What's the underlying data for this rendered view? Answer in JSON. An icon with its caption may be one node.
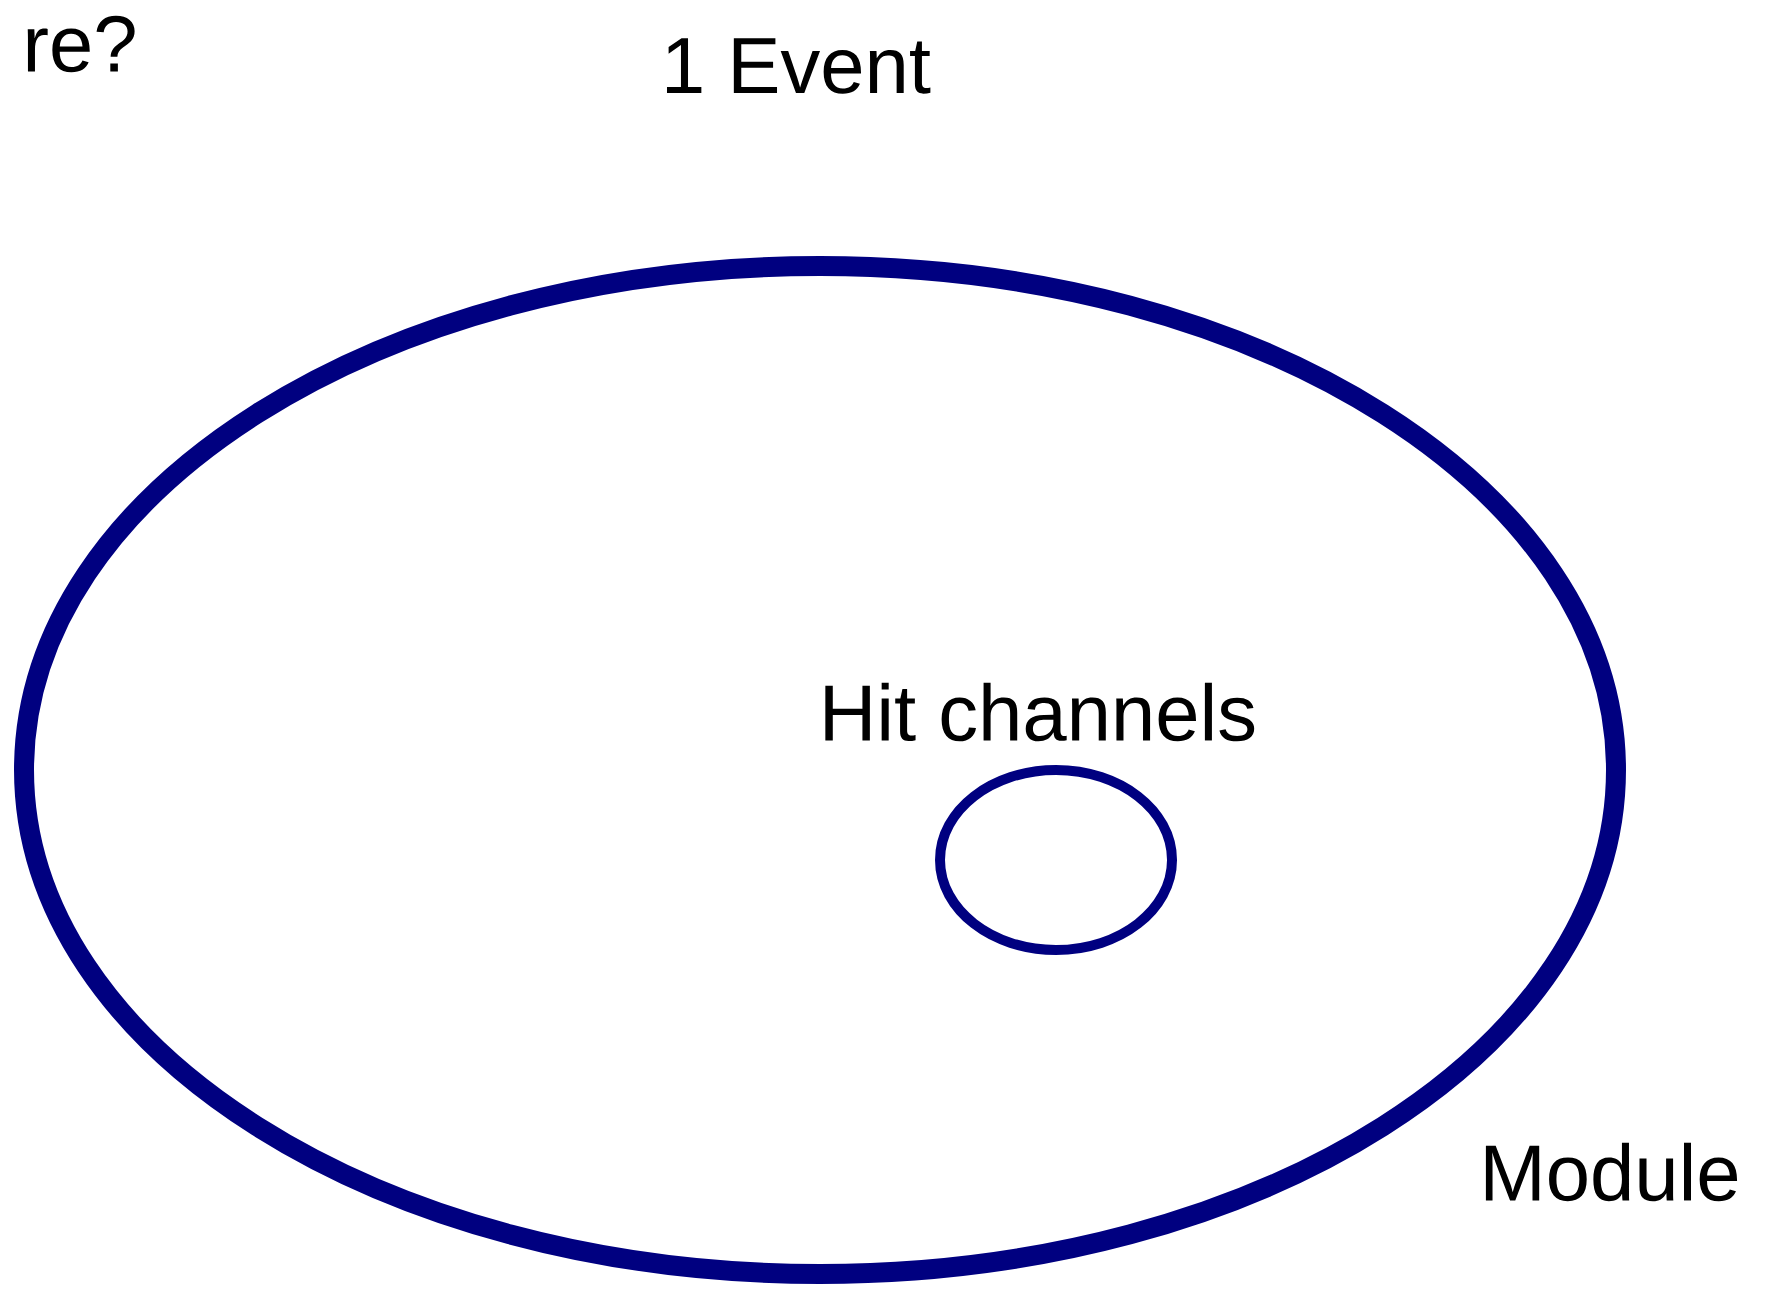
{
  "diagram": {
    "nodes": [
      {
        "text": [
          "Module"
        ]
      },
      {
        "text": [
          "Hit channels"
        ],
        "in": 0
      }
    ],
    "labels": [
      "re?",
      "1 Event"
    ]
  }
}
